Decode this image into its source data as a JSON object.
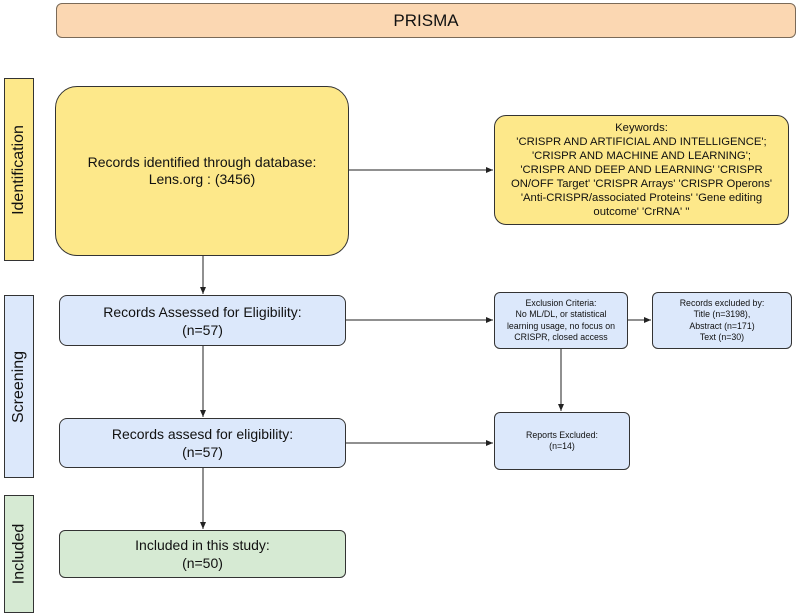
{
  "title": "PRISMA",
  "stages": {
    "identification": "Identification",
    "screening": "Screening",
    "included": "Included"
  },
  "boxes": {
    "records_identified": [
      "Records identified through database:",
      "Lens.org : (3456)"
    ],
    "keywords": [
      "Keywords:",
      "'CRISPR AND ARTIFICIAL AND INTELLIGENCE';",
      "'CRISPR AND MACHINE AND LEARNING';",
      "'CRISPR AND DEEP AND LEARNING' 'CRISPR",
      "ON/OFF Target' 'CRISPR Arrays' 'CRISPR Operons'",
      "'Anti-CRISPR/associated Proteins' 'Gene editing",
      "outcome' 'CrRNA' ''"
    ],
    "assessed_eligibility": [
      "Records Assessed for Eligibility:",
      "(n=57)"
    ],
    "exclusion_criteria": [
      "Exclusion Criteria:",
      "No ML/DL, or statistical",
      "learning usage, no focus on",
      "CRISPR, closed access"
    ],
    "records_excluded": [
      "Records excluded by:",
      "Title (n=3198),",
      "Abstract (n=171)",
      "Text (n=30)"
    ],
    "assessed_eligibility_2": [
      "Records assesd for eligibility:",
      "(n=57)"
    ],
    "reports_excluded": [
      "Reports Excluded:",
      "(n=14)"
    ],
    "included_study": [
      "Included in this study:",
      "(n=50)"
    ]
  },
  "colors": {
    "title_fill": "#fbd7b2",
    "identification_fill": "#fde88a",
    "screening_fill": "#dce8fb",
    "included_fill": "#d6ead3"
  }
}
